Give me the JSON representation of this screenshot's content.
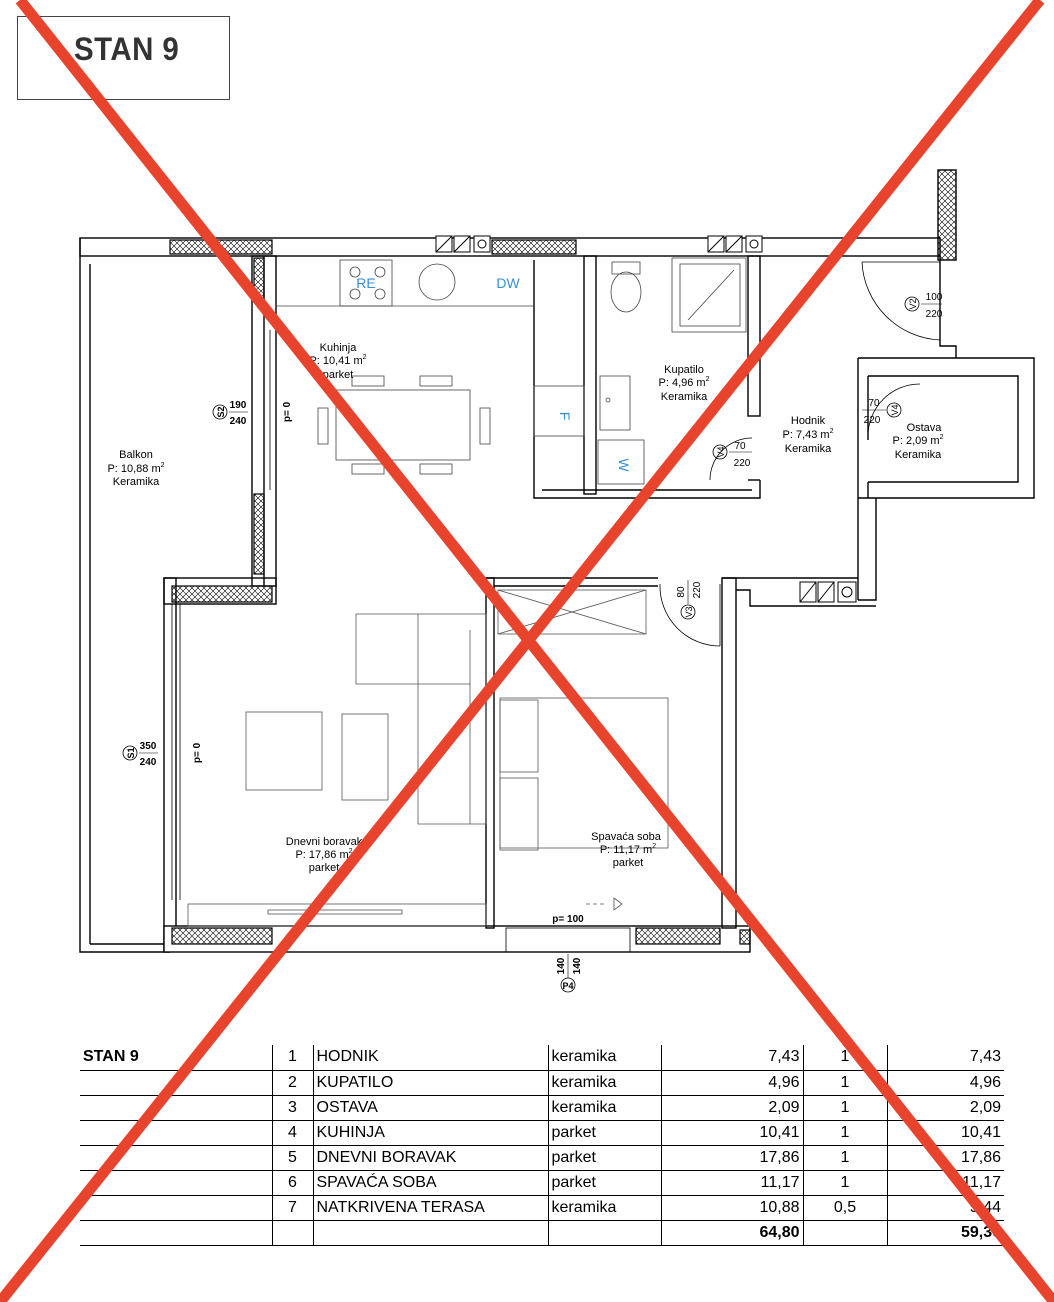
{
  "title": "STAN 9",
  "rooms": [
    {
      "name": "Kuhinja",
      "area": "P: 10,41 m",
      "finish": "parket"
    },
    {
      "name": "Kupatilo",
      "area": "P: 4,96 m",
      "finish": "Keramika"
    },
    {
      "name": "Hodnik",
      "area": "P: 7,43 m",
      "finish": "Keramika"
    },
    {
      "name": "Ostava",
      "area": "P: 2,09 m",
      "finish": "Keramika"
    },
    {
      "name": "Balkon",
      "area": "P: 10,88 m",
      "finish": "Keramika"
    },
    {
      "name": "Dnevni boravak",
      "area": "P: 17,86 m",
      "finish": "parket"
    },
    {
      "name": "Spavaća soba",
      "area": "P: 11,17 m",
      "finish": "parket"
    }
  ],
  "area_unit_sup": "2",
  "fixtures": {
    "range": "RE",
    "dishwasher": "DW",
    "fridge": "F",
    "washer": "W"
  },
  "openings": [
    {
      "tag": "S2",
      "width": "190",
      "height": "240"
    },
    {
      "tag": "S1",
      "width": "350",
      "height": "240"
    },
    {
      "tag": "V2",
      "width": "100",
      "height": "220"
    },
    {
      "tag": "V4",
      "width": "70",
      "height": "220"
    },
    {
      "tag": "V4",
      "width": "70",
      "height": "220"
    },
    {
      "tag": "V3",
      "width": "80",
      "height": "220"
    },
    {
      "tag": "P4",
      "width": "140",
      "height": "140"
    }
  ],
  "sill_labels": [
    "p= 0",
    "p= 0",
    "p= 100"
  ],
  "table": {
    "apartment": "STAN 9",
    "rows": [
      {
        "no": "1",
        "name": "HODNIK",
        "finish": "keramika",
        "area": "7,43",
        "coef": "1",
        "reduced": "7,43"
      },
      {
        "no": "2",
        "name": "KUPATILO",
        "finish": "keramika",
        "area": "4,96",
        "coef": "1",
        "reduced": "4,96"
      },
      {
        "no": "3",
        "name": "OSTAVA",
        "finish": "keramika",
        "area": "2,09",
        "coef": "1",
        "reduced": "2,09"
      },
      {
        "no": "4",
        "name": "KUHINJA",
        "finish": "parket",
        "area": "10,41",
        "coef": "1",
        "reduced": "10,41"
      },
      {
        "no": "5",
        "name": "DNEVNI BORAVAK",
        "finish": "parket",
        "area": "17,86",
        "coef": "1",
        "reduced": "17,86"
      },
      {
        "no": "6",
        "name": "SPAVAĆA SOBA",
        "finish": "parket",
        "area": "11,17",
        "coef": "1",
        "reduced": "11,17"
      },
      {
        "no": "7",
        "name": "NATKRIVENA TERASA",
        "finish": "keramika",
        "area": "10,88",
        "coef": "0,5",
        "reduced": "5,44"
      }
    ],
    "total_area": "64,80",
    "total_reduced": "59,36"
  },
  "colors": {
    "cross": "#e8432d",
    "label_blue": "#3a8fd6",
    "wall": "#000000"
  }
}
